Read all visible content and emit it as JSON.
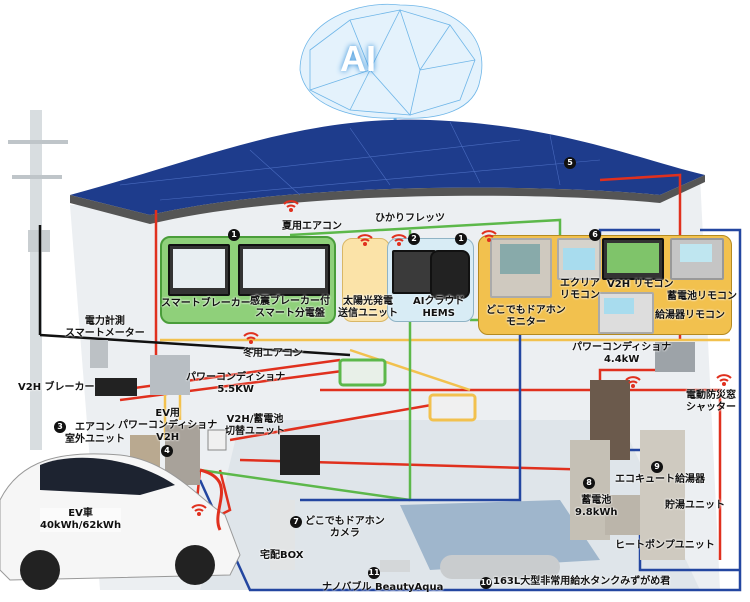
{
  "ai_label": "AI",
  "labels": {
    "summer_ac": "夏用エアコン",
    "hikari": "ひかりフレッツ",
    "smart_breaker": "スマートブレーカー",
    "seismic_panel": "感震ブレーカー付\nスマート分電盤",
    "solar_unit": "太陽光発電\n送信ユニット",
    "ai_hems": "AIクラウド\nHEMS",
    "door_monitor": "どこでもドアホン\nモニター",
    "ecria_remote": "エクリア\nリモコン",
    "v2h_remote": "V2H リモコン",
    "battery_remote": "蓄電池リモコン",
    "water_heater_remote": "給湯器リモコン",
    "smart_meter": "電力計測\nスマートメーター",
    "winter_ac": "冬用エアコン",
    "v2h_breaker": "V2H ブレーカー",
    "pcs_55": "パワーコンディショナ\n5.5KW",
    "pcs_44": "パワーコンディショナ\n4.4kW",
    "ac_outdoor": "エアコン\n室外ユニット",
    "ev_pcs": "EV用\nパワーコンディショナ\nV2H",
    "switch_unit": "V2H/蓄電池\n切替ユニット",
    "shutter": "電動防災窓\nシャッター",
    "ev_car": "EV車\n40kWh/62kWh",
    "door_camera": "どこでもドアホン\nカメラ",
    "delivery_box": "宅配BOX",
    "battery": "蓄電池\n9.8kWh",
    "ecocute": "エコキュート給湯器",
    "storage_unit": "貯湯ユニット",
    "heat_pump": "ヒートポンプユニット",
    "nanobubble": "ナノバブル BeautyAqua",
    "tank": "163L大型非常用給水タンクみずがめ君"
  },
  "numbers": {
    "n1": "1",
    "n2": "2",
    "n3": "3",
    "n4": "4",
    "n5": "5",
    "n6": "6",
    "n7": "7",
    "n8": "8",
    "n9": "9",
    "n10": "10",
    "n11": "11"
  },
  "colors": {
    "green": "#5cb84a",
    "yellow": "#f2c14e",
    "red": "#e0301e",
    "blue": "#2346a0",
    "panel": "#1e3c8c"
  }
}
